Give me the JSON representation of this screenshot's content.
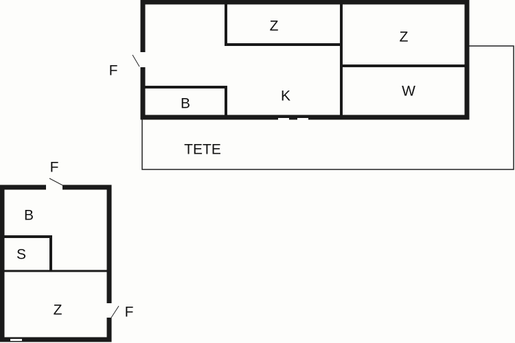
{
  "upper_floor": {
    "rooms": {
      "bedroom_1": "Z",
      "bedroom_2": "Z",
      "kitchen": "K",
      "living": "W",
      "bathroom": "B",
      "terrace": "TETE"
    },
    "window_label": "F"
  },
  "lower_floor": {
    "rooms": {
      "bathroom": "B",
      "shower": "S",
      "bedroom": "Z"
    },
    "window_top_label": "F",
    "window_right_label": "F"
  }
}
